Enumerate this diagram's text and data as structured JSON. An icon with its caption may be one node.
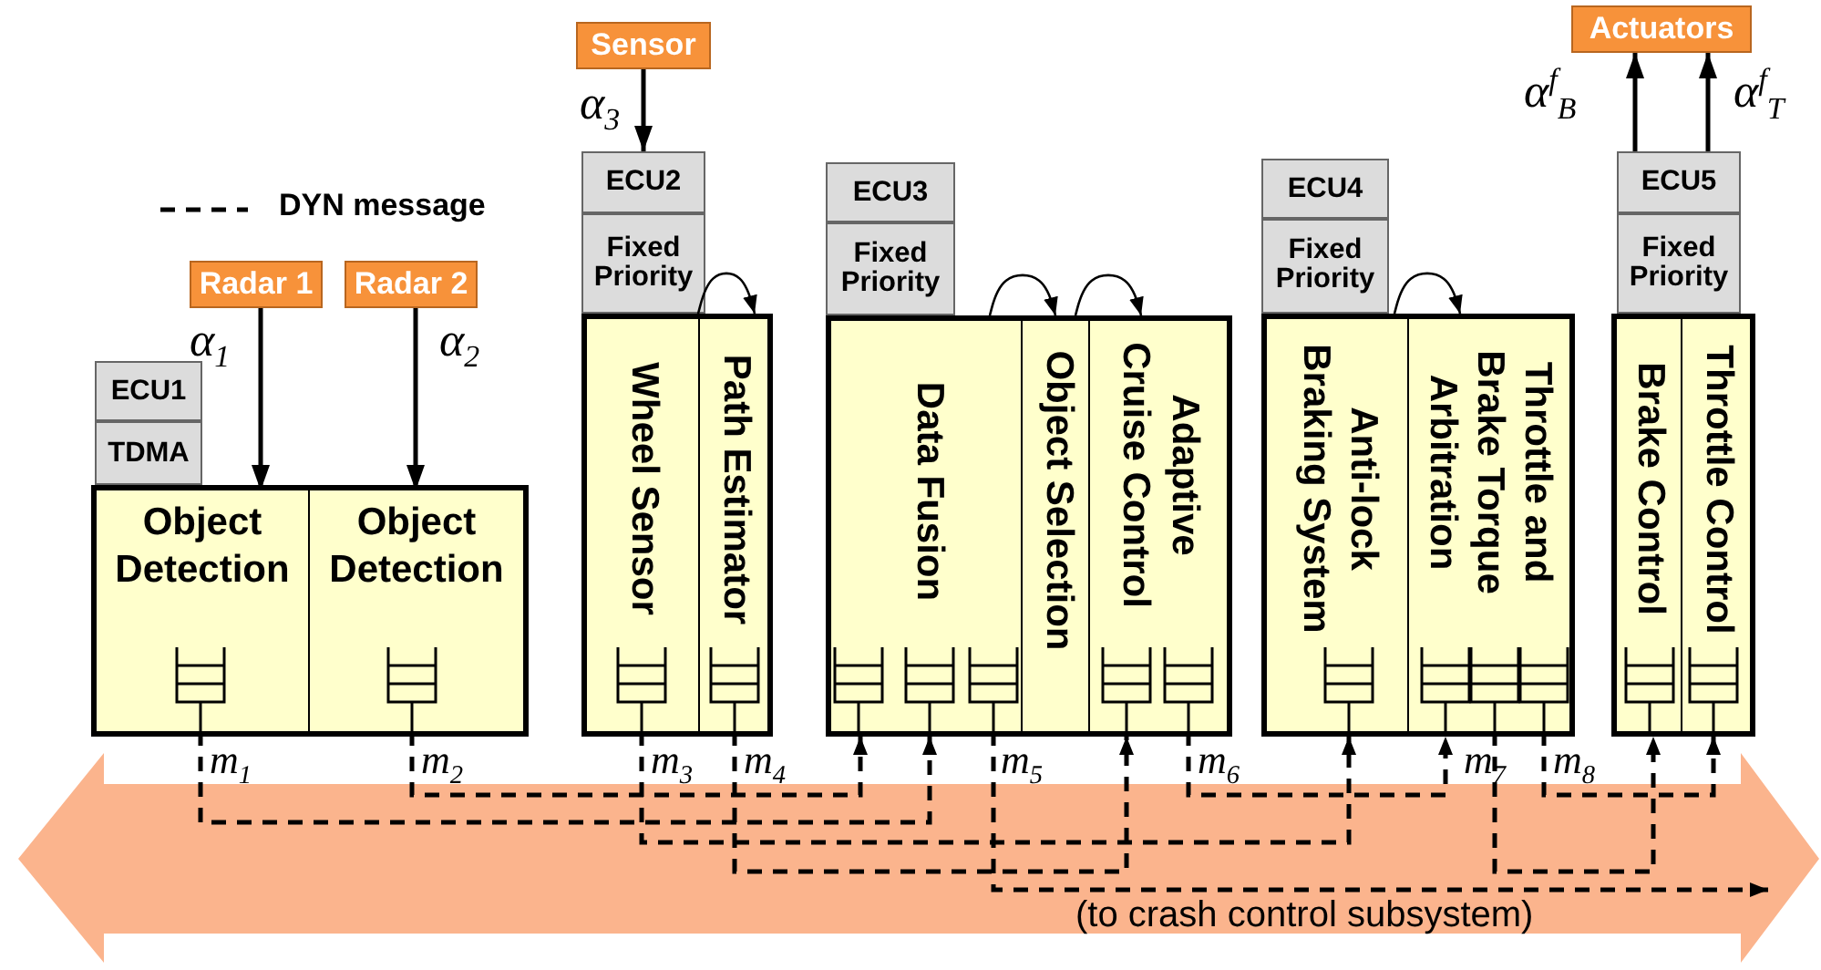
{
  "diagram": {
    "nodes": [
      {
        "text": [
          "Radar 1"
        ]
      },
      {
        "text": [
          "Radar 2"
        ]
      },
      {
        "text": [
          "Sensor"
        ]
      },
      {
        "text": [
          "Actuators"
        ]
      },
      {
        "text": [
          "ECU1"
        ]
      },
      {
        "text": [
          "TDMA"
        ]
      },
      {
        "text": [],
        "shape": "box"
      },
      {
        "text": [
          "Object Detection"
        ],
        "in": 6
      },
      {
        "text": [
          "Object Detection"
        ],
        "in": 6
      },
      {
        "text": [
          "ECU2"
        ]
      },
      {
        "text": [
          "Fixed Priority"
        ]
      },
      {
        "text": [],
        "shape": "box"
      },
      {
        "text": [
          "Wheel Sensor"
        ],
        "in": 11
      },
      {
        "text": [
          "Path Estimator"
        ],
        "in": 11
      },
      {
        "text": [
          "ECU3"
        ]
      },
      {
        "text": [
          "Fixed Priority"
        ]
      },
      {
        "text": [],
        "shape": "box"
      },
      {
        "text": [
          "Data Fusion"
        ],
        "in": 16
      },
      {
        "text": [
          "Object  Selection"
        ],
        "in": 16
      },
      {
        "text": [
          "Adaptive Cruise Control"
        ],
        "in": 16
      },
      {
        "text": [
          "ECU4"
        ]
      },
      {
        "text": [
          "Fixed Priority"
        ]
      },
      {
        "text": [],
        "shape": "box"
      },
      {
        "text": [
          "Anti-lock Braking System"
        ],
        "in": 22
      },
      {
        "text": [
          "Throttle and Brake Torque Arbitration"
        ],
        "in": 22
      },
      {
        "text": [
          "ECU5"
        ]
      },
      {
        "text": [
          "Fixed Priority"
        ]
      },
      {
        "text": [],
        "shape": "box"
      },
      {
        "text": [
          "Brake Control"
        ],
        "in": 27
      },
      {
        "text": [
          "Throttle Control"
        ],
        "in": 27
      }
    ],
    "edges": [
      {
        "from": 0,
        "to": 7,
        "arrow": "to",
        "label": "α$_{1}$"
      },
      {
        "from": 1,
        "to": 8,
        "arrow": "to",
        "label": "α$_{2}$"
      },
      {
        "from": 2,
        "to": 9,
        "arrow": "to",
        "label": "α$_{3}$"
      },
      {
        "from": 25,
        "to": 3,
        "arrow": "to",
        "label": "α$^{f}$$_{B}$"
      },
      {
        "from": 25,
        "to": 3,
        "arrow": "to",
        "label": "α$^{f}$$_{T}$"
      },
      {
        "from": 12,
        "to": 13,
        "arrow": "to"
      },
      {
        "from": 17,
        "to": 18,
        "arrow": "to"
      },
      {
        "from": 18,
        "to": 19,
        "arrow": "to"
      },
      {
        "from": 23,
        "to": 24,
        "arrow": "to"
      },
      {
        "from": 7,
        "to": 17,
        "arrow": "to",
        "label": "m$_{1}$",
        "style": "dashed"
      },
      {
        "from": 8,
        "to": 17,
        "arrow": "to",
        "label": "m$_{2}$",
        "style": "dashed"
      },
      {
        "from": 12,
        "to": 23,
        "arrow": "to",
        "label": "m$_{3}$",
        "style": "dashed"
      },
      {
        "from": 13,
        "to": 19,
        "arrow": "to",
        "label": "m$_{4}$",
        "style": "dashed"
      },
      {
        "from": 17,
        "to": null,
        "arrow": "to",
        "label": "m$_{5}$",
        "style": "dashed"
      },
      {
        "from": 19,
        "to": 24,
        "arrow": "to",
        "label": "m$_{6}$",
        "style": "dashed"
      },
      {
        "from": 24,
        "to": 28,
        "arrow": "to",
        "label": "m$_{7}$",
        "style": "dashed"
      },
      {
        "from": 24,
        "to": 29,
        "arrow": "to",
        "label": "m$_{8}$",
        "style": "dashed"
      }
    ],
    "labels": [
      "(to crash control subsystem)"
    ],
    "legend": [
      {
        "text": "DYN message"
      }
    ]
  }
}
